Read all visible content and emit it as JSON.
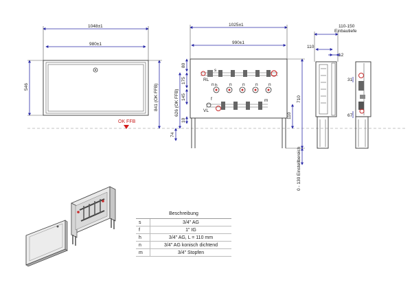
{
  "dims": {
    "front_w_outer": "1048±1",
    "front_w_inner": "980±1",
    "front_h": "546",
    "front_h_okffb": "841 (OK FFB)",
    "ok_ffb": "OK FFB",
    "man_w_outer": "1025±1",
    "man_w_inner": "990±1",
    "man_80": "80",
    "man_175": "175",
    "man_145": "145",
    "man_10": "10",
    "man_74": "74",
    "man_626": "626 (OK FFB)",
    "man_110": "110",
    "man_710": "710",
    "adj": "0 - 130 Einstellbereich",
    "side_depth": "110-150",
    "side_depth_label": "Einbautiefe",
    "side_110": "110",
    "side_12": "12",
    "side_31": "31",
    "side_67": "67",
    "rl": "RL",
    "vl": "VL",
    "n": "n",
    "h": "h",
    "s": "s",
    "f": "f",
    "m": "m"
  },
  "legend": {
    "title": "Beschreibung",
    "rows": [
      {
        "key": "s",
        "value": "3/4\" AG"
      },
      {
        "key": "f",
        "value": "1\" IG"
      },
      {
        "key": "h",
        "value": "3/4\" AG, L = 110 mm"
      },
      {
        "key": "n",
        "value": "3/4\" AG konisch dichtend"
      },
      {
        "key": "m",
        "value": "3/4\" Stopfen"
      }
    ]
  }
}
